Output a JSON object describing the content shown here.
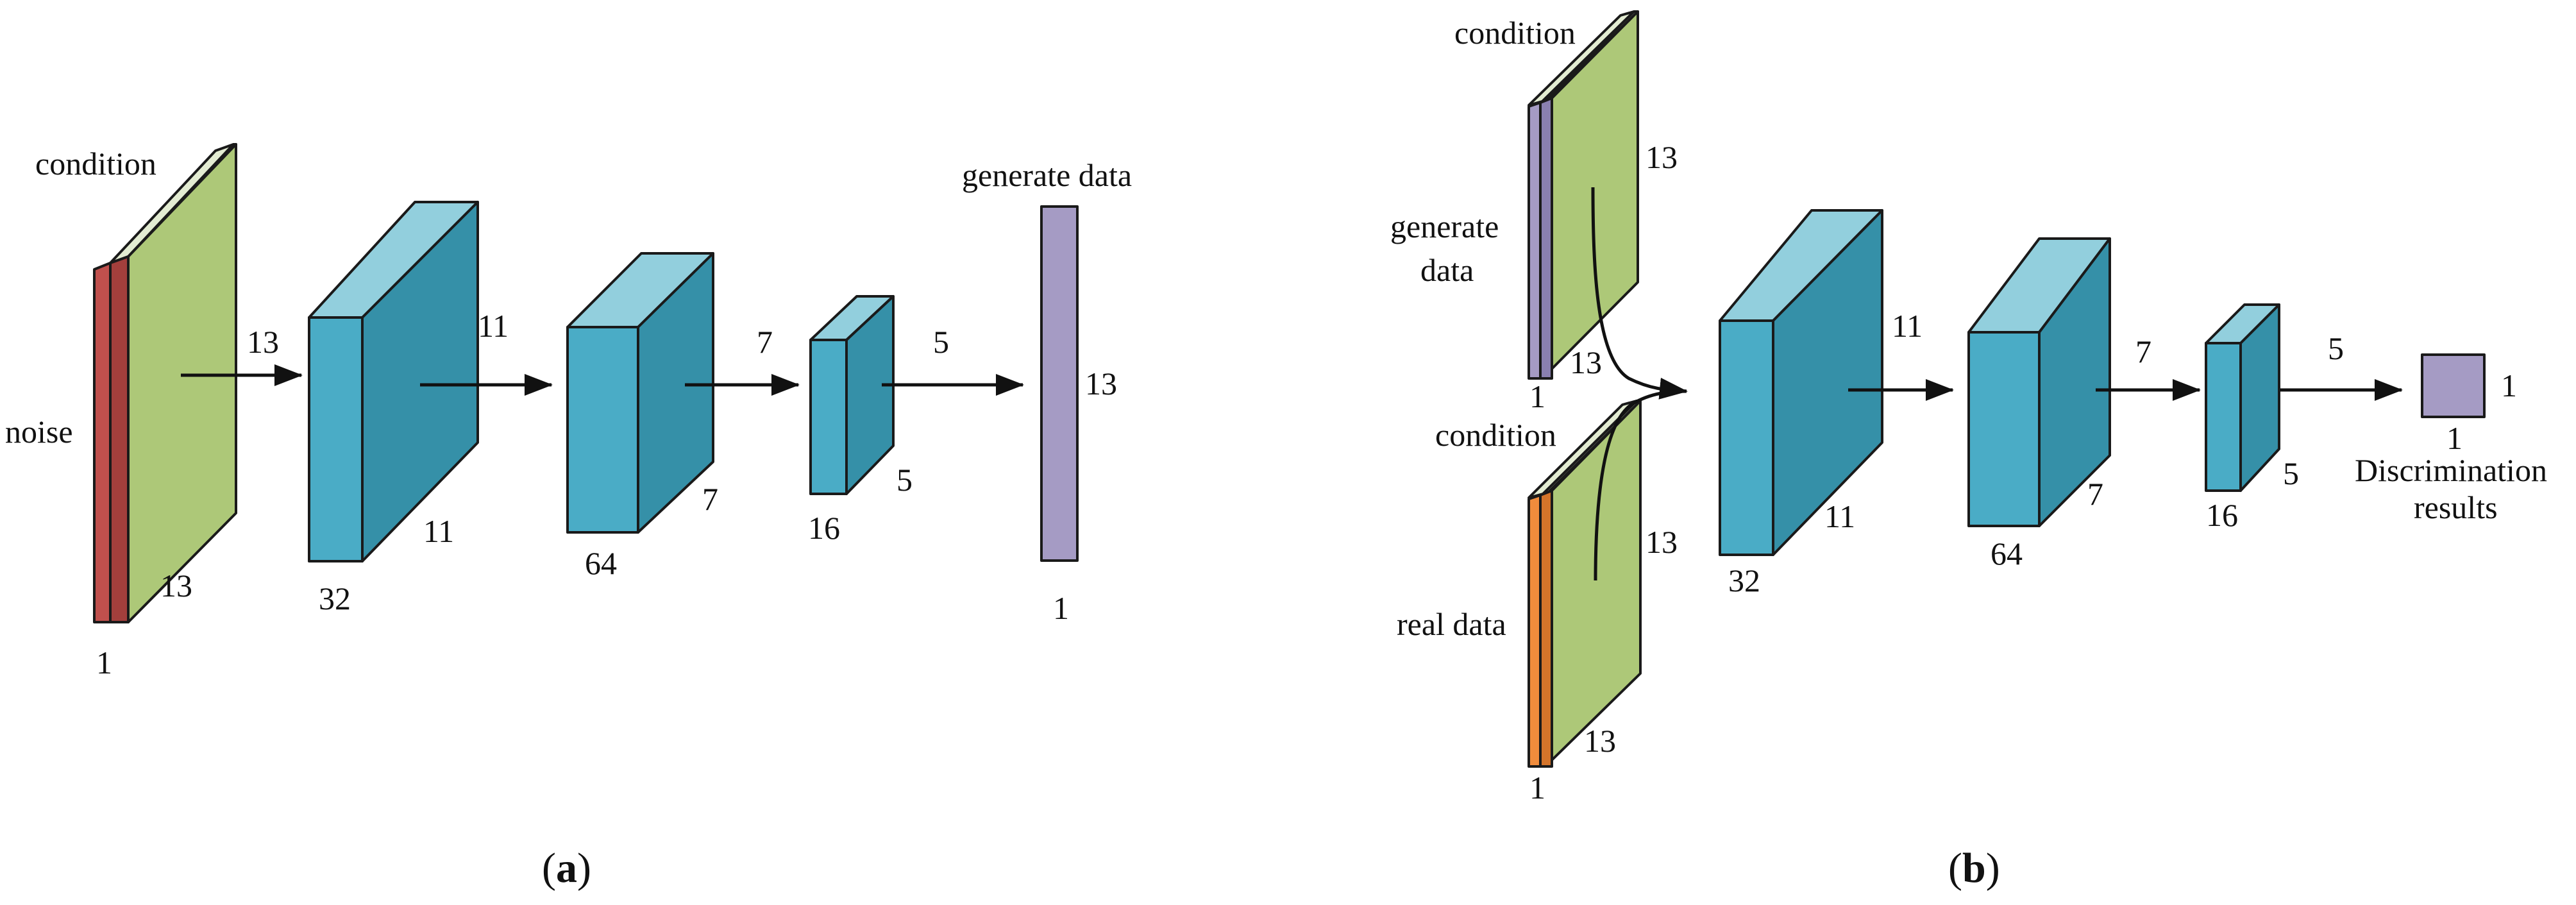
{
  "colors": {
    "cube_front": "#4aacc6",
    "cube_side": "#3590a8",
    "cube_top": "#92cfdd",
    "condition_front": "#adc878",
    "condition_top": "#e3ecd2",
    "noise_front": "#c0504d",
    "noise_side": "#a33f3c",
    "generate_front": "#a59bc4",
    "generate_side": "#8a80b0",
    "real_front": "#f08c3c",
    "real_side": "#d4742a"
  },
  "panel_a": {
    "caption_open": "(",
    "caption_letter": "a",
    "caption_close": ")",
    "condition_label": "condition",
    "noise_label": "noise",
    "input_depth": "1",
    "input_size": "13",
    "input_height": "13",
    "conv1_channels": "32",
    "conv1_size": "11",
    "conv1_height": "11",
    "conv2_channels": "64",
    "conv2_size": "7",
    "conv2_height": "7",
    "conv3_channels": "16",
    "conv3_size": "5",
    "conv3_height": "5",
    "output_label": "generate data",
    "output_height": "13",
    "output_width": "1"
  },
  "panel_b": {
    "caption_open": "(",
    "caption_letter": "b",
    "caption_close": ")",
    "top_condition_label": "condition",
    "top_height": "13",
    "top_side": "13",
    "top_depth": "1",
    "generate_label_line1": "generate",
    "generate_label_line2": "data",
    "bottom_condition_label": "condition",
    "bottom_height": "13",
    "bottom_side": "13",
    "bottom_depth": "1",
    "real_label": "real data",
    "conv1_channels": "32",
    "conv1_size": "11",
    "conv1_height": "11",
    "conv2_channels": "64",
    "conv2_size": "7",
    "conv2_height": "7",
    "conv3_channels": "16",
    "conv3_size": "5",
    "conv3_height": "5",
    "output_height": "1",
    "output_width": "1",
    "output_label_line1": "Discrimination",
    "output_label_line2": "results"
  }
}
